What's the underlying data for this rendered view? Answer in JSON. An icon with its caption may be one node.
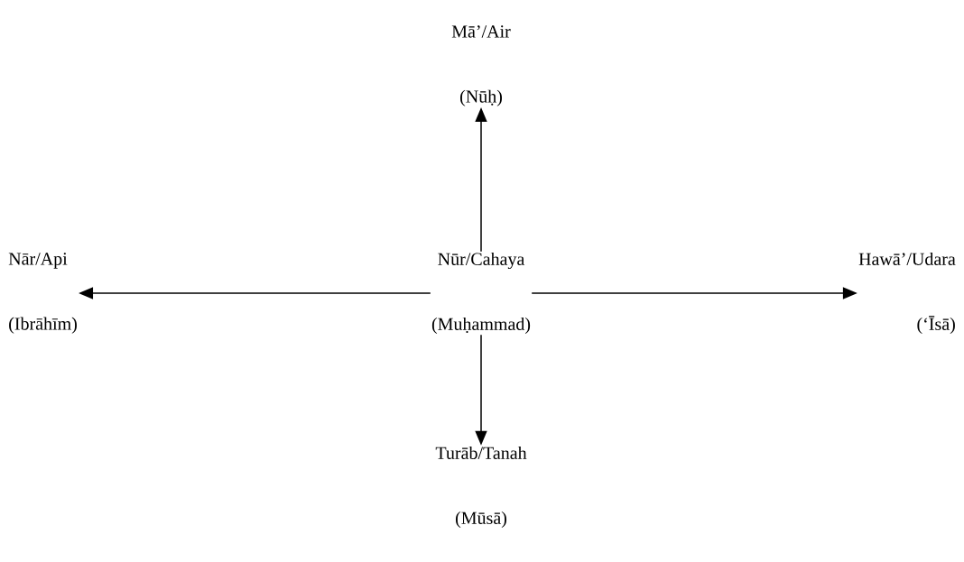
{
  "diagram": {
    "nodes": [
      {
        "text": [
          "Nūr/Cahaya",
          "(Muḥammad)"
        ]
      },
      {
        "text": [
          "Mā’/Air",
          "(Nūḥ)"
        ]
      },
      {
        "text": [
          "Nār/Api",
          "(Ibrāhīm)"
        ]
      },
      {
        "text": [
          "Hawā’/Udara",
          "(‘Īsā)"
        ]
      },
      {
        "text": [
          "Turāb/Tanah",
          "(Mūsā)"
        ]
      }
    ],
    "edges": [
      {
        "from": 0,
        "to": 1,
        "arrow": "to"
      },
      {
        "from": 0,
        "to": 2,
        "arrow": "to"
      },
      {
        "from": 0,
        "to": 3,
        "arrow": "to"
      },
      {
        "from": 0,
        "to": 4,
        "arrow": "to"
      }
    ]
  }
}
